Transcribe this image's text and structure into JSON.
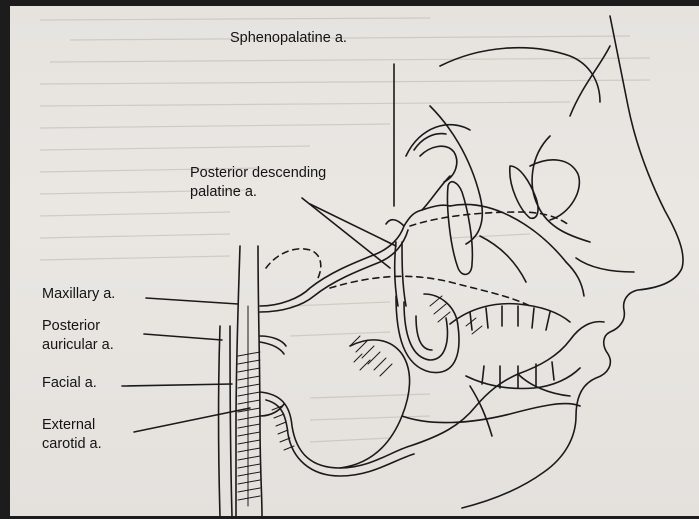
{
  "figure": {
    "labels": {
      "sphenopalatine": "Sphenopalatine a.",
      "posterior_descending_line1": "Posterior descending",
      "posterior_descending_line2": "palatine a.",
      "maxillary": "Maxillary a.",
      "posterior_auricular_line1": "Posterior",
      "posterior_auricular_line2": "auricular a.",
      "facial": "Facial a.",
      "external_carotid_line1": "External",
      "external_carotid_line2": "carotid a."
    }
  },
  "colors": {
    "ink": "#141414",
    "paper": "#e7e4e0",
    "background": "#1c1c1c"
  }
}
